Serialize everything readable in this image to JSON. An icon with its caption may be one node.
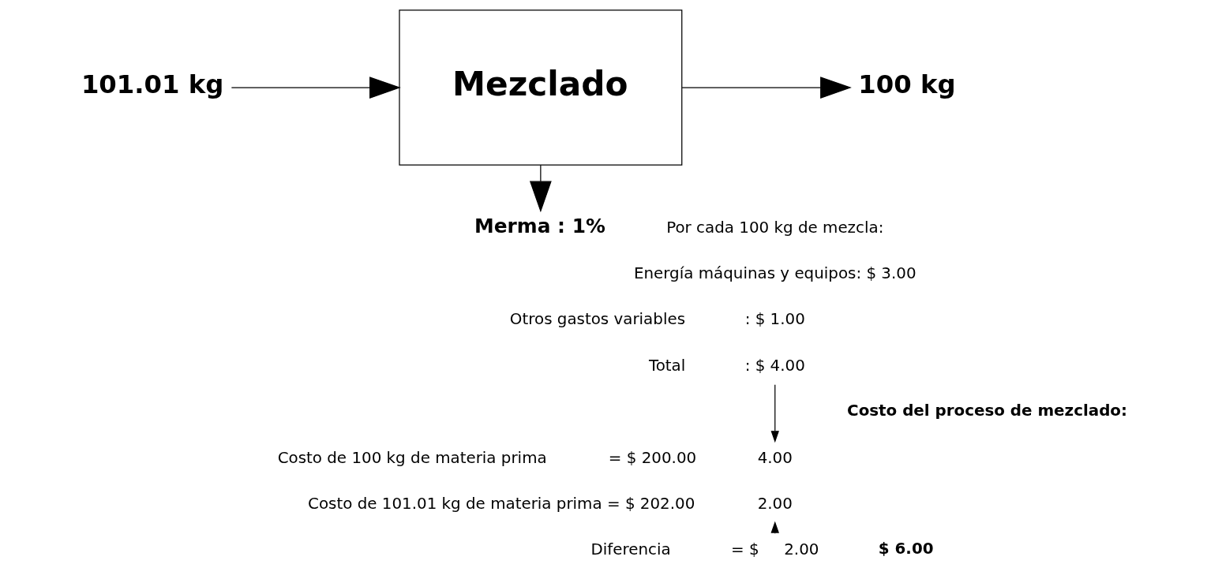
{
  "diagram": {
    "nodes": [
      {
        "text": [
          "101.01 kg"
        ]
      },
      {
        "text": [
          "Mezclado"
        ]
      },
      {
        "text": [
          "100 kg"
        ]
      },
      {
        "text": [
          "Merma : 1%"
        ]
      },
      {
        "text": [
          ": $ 4.00"
        ]
      },
      {
        "text": [
          "4.00"
        ]
      },
      {
        "text": [
          "2.00"
        ]
      },
      {
        "text": [
          "= $     2.00"
        ]
      }
    ],
    "edges": [
      {
        "from": 0,
        "to": 1,
        "arrow": "to"
      },
      {
        "from": 1,
        "to": 2,
        "arrow": "to"
      },
      {
        "from": 1,
        "to": 3,
        "arrow": "to"
      },
      {
        "from": 4,
        "to": 5,
        "arrow": "to"
      },
      {
        "from": 7,
        "to": 6,
        "arrow": "to"
      }
    ],
    "labels": [
      "Por cada 100 kg de mezcla:",
      "Energía máquinas y equipos: $ 3.00",
      "Otros gastos variables",
      ": $ 1.00",
      "Total",
      "Costo del proceso de mezclado:",
      "Costo de 100 kg de materia prima",
      "= $ 200.00",
      "Costo de 101.01 kg de materia prima = $ 202.00",
      "Diferencia",
      "$ 6.00"
    ]
  }
}
